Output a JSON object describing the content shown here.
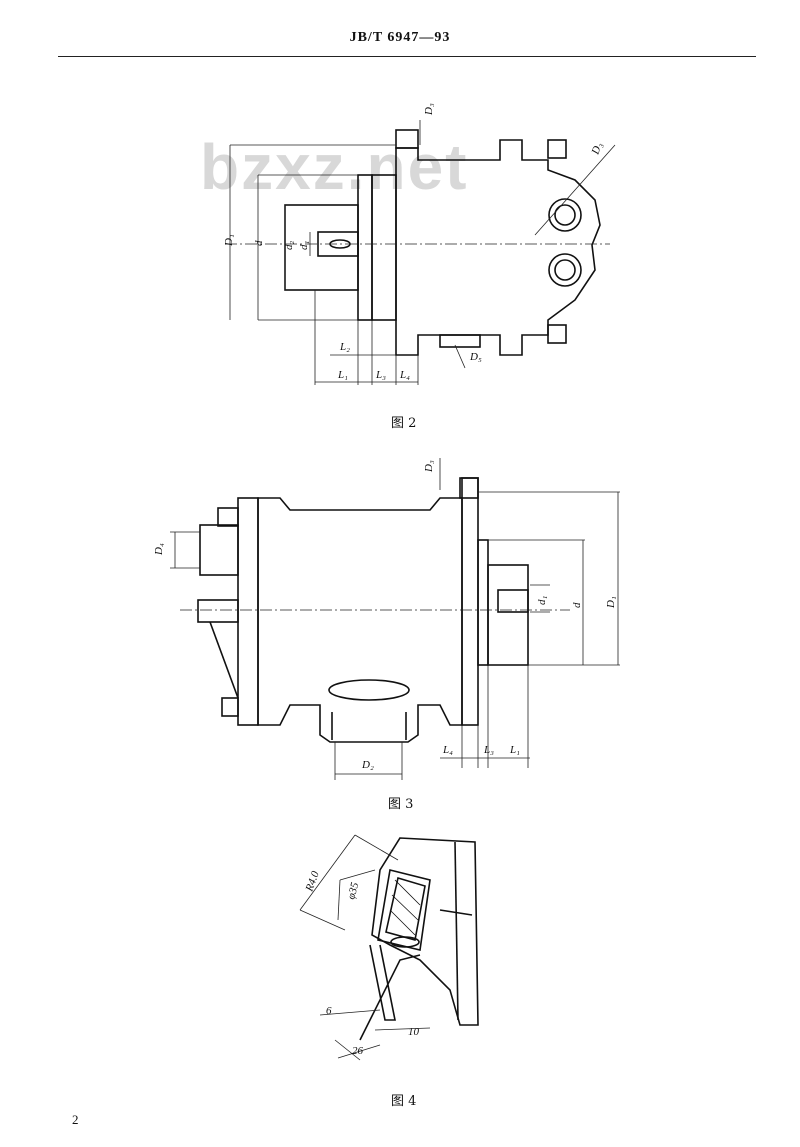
{
  "header": {
    "standard_code": "JB/T 6947—93"
  },
  "watermark": {
    "text": "bzxz.net"
  },
  "figure2": {
    "caption": "图 2",
    "labels": {
      "D1": "D₁",
      "d": "d",
      "d2": "d₂",
      "d1": "d₁",
      "D3_top": "D₃",
      "D3_right": "D₃",
      "L2": "L₂",
      "L1": "L₁",
      "L3": "L₃",
      "L4": "L₄",
      "D5": "D₅"
    }
  },
  "figure3": {
    "caption": "图 3",
    "labels": {
      "D3_top": "D₃",
      "D4": "D₄",
      "d1": "d₁",
      "d": "d",
      "D1": "D₁",
      "D2": "D₂",
      "L4": "L₄",
      "L3": "L₃",
      "L1": "L₁"
    }
  },
  "figure4": {
    "caption": "图 4",
    "labels": {
      "dim_top": "R4.0",
      "dim_phi": "φ35",
      "dim_6": "6",
      "dim_26": "26",
      "dim_10": "10"
    }
  },
  "page_number": "2"
}
